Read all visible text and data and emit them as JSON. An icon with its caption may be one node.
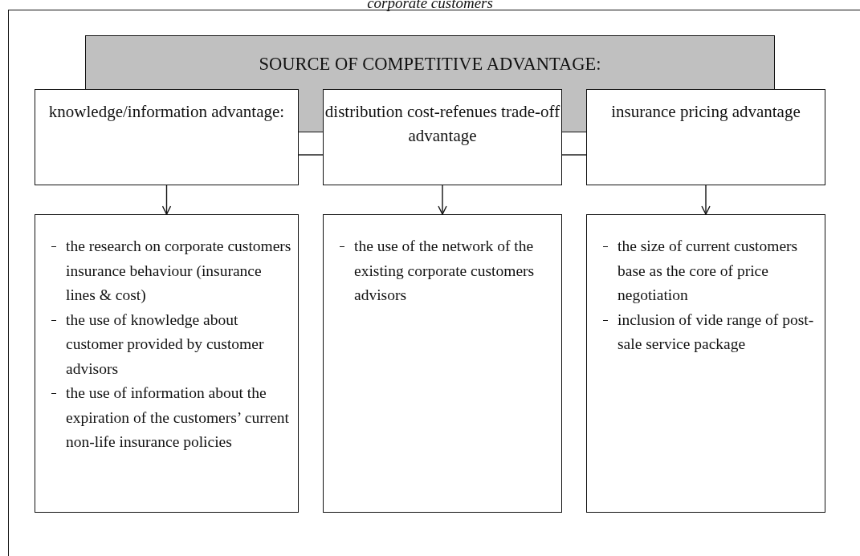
{
  "diagram": {
    "title": "corporate customers",
    "nodes": [
      {
        "text": [
          "SOURCE OF COMPETITIVE ADVANTAGE:"
        ]
      },
      {
        "text": [
          "knowledge/information advantage:"
        ]
      },
      {
        "text": [
          "distribution cost-refenues trade-off advantage"
        ]
      },
      {
        "text": [
          "insurance pricing advantage"
        ]
      },
      {
        "text": [
          "the research on corporate customers insurance behaviour (insurance lines & cost)",
          "the use of knowledge about customer provided by customer advisors",
          "the use of information about the expiration of the customers’ current non-life insurance policies"
        ]
      },
      {
        "text": [
          "the use of the network of the existing corporate customers advisors"
        ]
      },
      {
        "text": [
          "the size of current customers base as the core of price negotiation",
          "inclusion of vide range of post-sale service package"
        ]
      }
    ],
    "edges": [
      {
        "from": 1,
        "to": 2,
        "arrow": "none"
      },
      {
        "from": 2,
        "to": 3,
        "arrow": "none"
      },
      {
        "from": 1,
        "to": 4,
        "arrow": "to"
      },
      {
        "from": 2,
        "to": 5,
        "arrow": "to"
      },
      {
        "from": 3,
        "to": 6,
        "arrow": "to"
      }
    ]
  }
}
